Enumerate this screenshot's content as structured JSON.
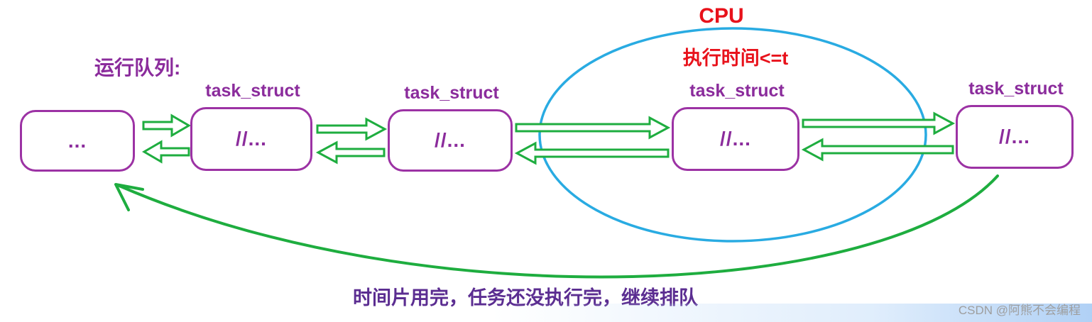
{
  "diagram": {
    "title_cpu": "CPU",
    "cpu_condition": "执行时间<=t",
    "queue_label": "运行队列:",
    "bottom_note": "时间片用完，任务还没执行完，继续排队",
    "nodes": [
      {
        "label": "",
        "content": "..."
      },
      {
        "label": "task_struct",
        "content": "//..."
      },
      {
        "label": "task_struct",
        "content": "//..."
      },
      {
        "label": "task_struct",
        "content": "//..."
      },
      {
        "label": "task_struct",
        "content": "//..."
      }
    ],
    "watermark": "CSDN @阿熊不会编程",
    "colors": {
      "purple_border": "#9c32a4",
      "purple_text": "#8b2c9c",
      "note_purple": "#5b2d91",
      "green": "#1ead3f",
      "blue": "#29abe2",
      "red": "#e8121b",
      "watermark_gray": "#9e9e9e"
    }
  }
}
